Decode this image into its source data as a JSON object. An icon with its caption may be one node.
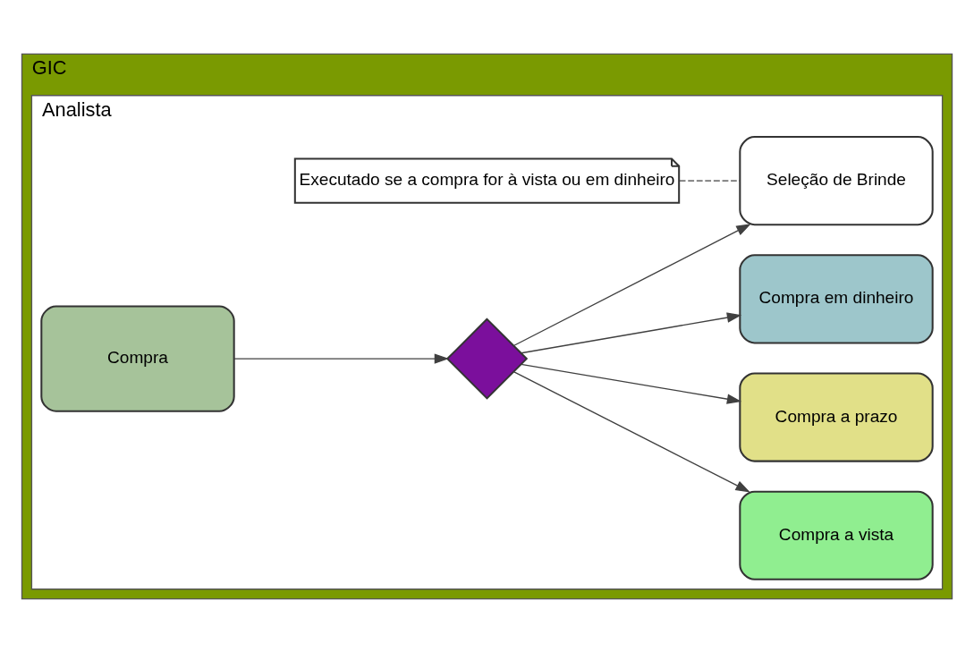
{
  "diagram": {
    "nodes": [
      {
        "text": [
          "GIC"
        ]
      },
      {
        "text": [
          "Analista"
        ],
        "in": 0
      },
      {
        "text": [
          "Compra"
        ],
        "in": 1
      },
      {
        "text": [],
        "shape": "diamond",
        "in": 1
      },
      {
        "text": [
          "Compra a vista"
        ],
        "in": 1
      },
      {
        "text": [
          "Compra a prazo"
        ],
        "in": 1
      },
      {
        "text": [
          "Compra em dinheiro"
        ],
        "in": 1
      },
      {
        "text": [
          "Seleção de Brinde"
        ],
        "in": 1
      },
      {
        "text": [
          "Executado se a compra for à vista ou em dinheiro"
        ],
        "in": 1
      }
    ],
    "edges": [
      {
        "from": 2,
        "to": 3,
        "arrow": "to"
      },
      {
        "from": 3,
        "to": 4,
        "arrow": "to"
      },
      {
        "from": 3,
        "to": 5,
        "arrow": "to"
      },
      {
        "from": 3,
        "to": 6,
        "arrow": "to"
      },
      {
        "from": 3,
        "to": 7,
        "arrow": "to"
      },
      {
        "from": 8,
        "to": 7,
        "arrow": "none",
        "style": "dashed"
      }
    ]
  }
}
